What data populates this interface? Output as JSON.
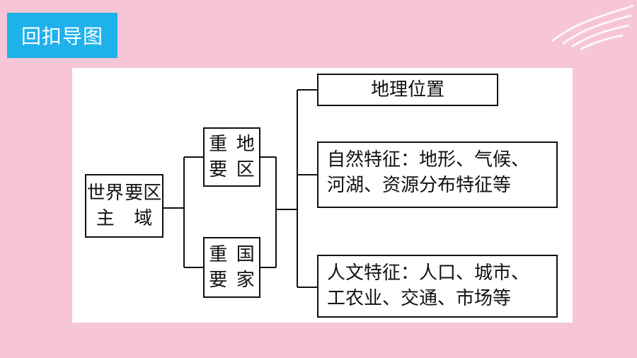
{
  "header": {
    "title": "回扣导图"
  },
  "diagram": {
    "root": {
      "line1": "世界主",
      "line2": "要区域"
    },
    "regions": {
      "line1": "重要",
      "line2": "地区"
    },
    "countries": {
      "line1": "重要",
      "line2": "国家"
    },
    "location": "地理位置",
    "natural": {
      "line1": "自然特征：地形、气候、",
      "line2": "河湖、资源分布特征等"
    },
    "human": {
      "line1": "人文特征：人口、城市、",
      "line2": "工农业、交通、市场等"
    }
  },
  "colors": {
    "background": "#f6c6d6",
    "tag": "#1fb1ea"
  }
}
